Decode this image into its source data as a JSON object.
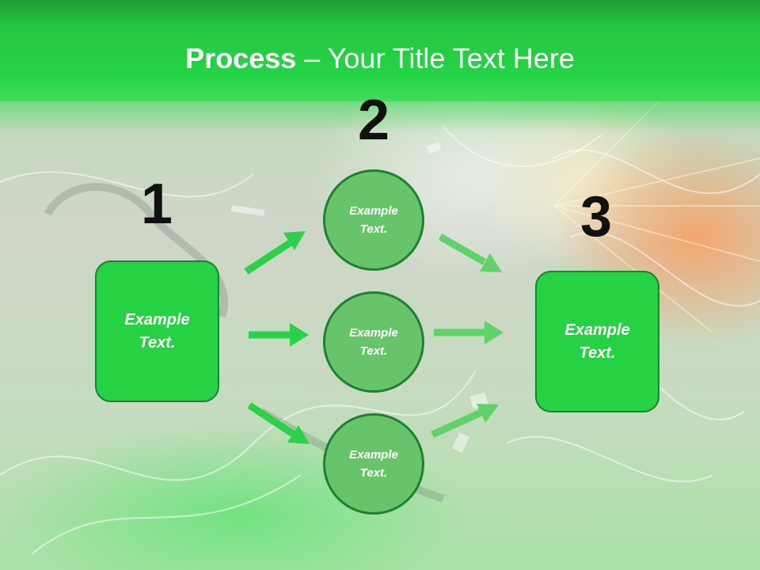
{
  "title": {
    "bold": "Process",
    "rest": " – Your Title Text Here"
  },
  "steps": {
    "one": {
      "number": "1",
      "text": "Example\nText."
    },
    "two": {
      "number": "2",
      "items": [
        {
          "text": "Example\nText."
        },
        {
          "text": "Example\nText."
        },
        {
          "text": "Example\nText."
        }
      ]
    },
    "three": {
      "number": "3",
      "text": "Example\nText."
    }
  },
  "colors": {
    "title_bar": "#25d446",
    "box_fill": "#26d143",
    "circle_fill": "#67c46a",
    "outline": "#1f7f33",
    "arrow_strong": "#2ad24a",
    "arrow_light": "#5fd26c"
  }
}
